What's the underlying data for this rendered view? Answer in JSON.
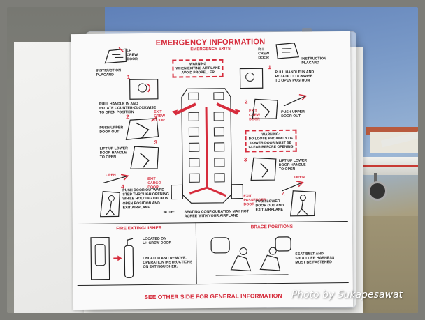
{
  "card": {
    "title": "EMERGENCY INFORMATION",
    "subtitle": "EMERGENCY EXITS",
    "left_top_label": "LH\nCREW\nDOOR",
    "instruction_placard_left": "INSTRUCTION\nPLACARD",
    "pull_handle_left": "PULL HANDLE IN AND\nROTATE COUNTER-CLOCKWISE\nTO OPEN POSITION",
    "push_upper_left": "PUSH UPPER\nDOOR OUT",
    "lift_lower_left": "LIFT UP LOWER\nDOOR HANDLE\nTO OPEN",
    "open_left": "OPEN",
    "push_door_outward": "PUSH DOOR OUTWARD -\nSTEP THROUGH OPENING\nWHILE HOLDING DOOR IN\nOPEN POSITION AND\nEXIT AIRPLANE",
    "note": "NOTE:",
    "seating_note": "SEATING CONFIGURATION MAY NOT\nAGREE WITH YOUR AIRPLANE",
    "warning_top": "WARNING\nWHEN EXITING AIRPLANE\nAVOID PROPELLER",
    "exit_crew_door_left": "EXIT\nCREW\nDOOR",
    "exit_crew_door_right": "EXIT\nCREW\nDOOR",
    "exit_cargo_door": "EXIT\nCARGO\nDOOR",
    "exit_passenger_door": "EXIT\nPASSENGER\nDOOR",
    "rh_crew_door": "RH\nCREW\nDOOR",
    "instruction_placard_right": "INSTRUCTION\nPLACARD",
    "pull_handle_right": "PULL HANDLE IN AND\nROTATE CLOCKWISE\nTO OPEN POSITION",
    "push_upper_right": "PUSH UPPER\nDOOR OUT",
    "warning_right": "WARNING:\nDO LOOSE PROXIMITY OF\nLOWER DOOR MUST BE\nCLEAR BEFORE OPENING",
    "lift_lower_right": "LIFT UP LOWER\nDOOR HANDLE\nTO OPEN",
    "open_right": "OPEN",
    "push_lower_right": "PUSH LOWER\nDOOR OUT AND\nEXIT AIRPLANE",
    "fire_extinguisher_title": "FIRE EXTINGUISHER",
    "located_on": "LOCATED ON\nLH CREW DOOR",
    "unlatch": "UNLATCH AND REMOVE.\nOPERATION INSTRUCTIONS\nON EXTINGUISHER.",
    "brace_title": "BRACE POSITIONS",
    "seat_belt": "SEAT BELT AND\nSHOULDER HARNESS\nMUST BE FASTENED",
    "footer": "SEE OTHER SIDE FOR GENERAL INFORMATION",
    "step_numbers": [
      "1",
      "2",
      "3",
      "4",
      "1",
      "2",
      "3",
      "4"
    ]
  },
  "watermark": "Photo by Sukapesawat",
  "colors": {
    "accent": "#d62c3c",
    "ink": "#222222"
  }
}
